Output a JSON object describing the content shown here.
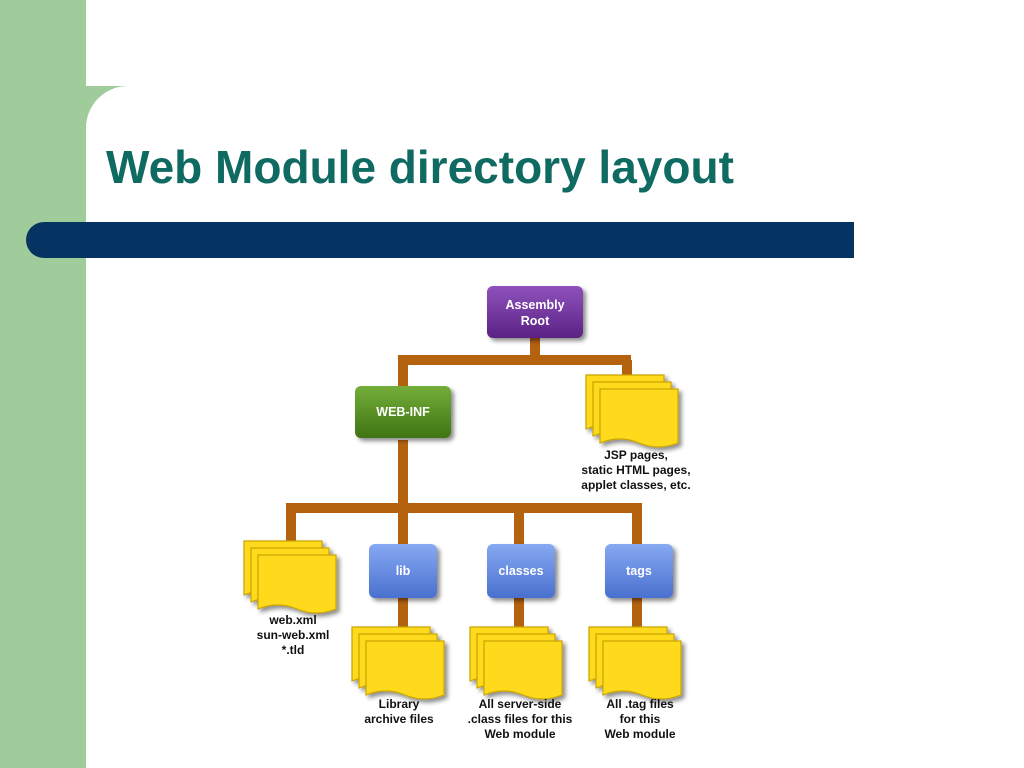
{
  "slide": {
    "title": "Web Module directory layout"
  },
  "diagram": {
    "nodes": {
      "assembly_root": {
        "line1": "Assembly",
        "line2": "Root"
      },
      "web_inf": {
        "label": "WEB-INF"
      },
      "lib": {
        "label": "lib"
      },
      "classes": {
        "label": "classes"
      },
      "tags": {
        "label": "tags"
      }
    },
    "captions": {
      "jsp_pages": [
        "JSP pages,",
        "static HTML pages,",
        "applet classes, etc."
      ],
      "web_xml": [
        "web.xml",
        "sun-web.xml",
        "*.tld"
      ],
      "library": [
        "Library",
        "archive files"
      ],
      "server_side": [
        "All server-side",
        ".class files for this",
        "Web module"
      ],
      "tag_files": [
        "All .tag files",
        "for this",
        "Web module"
      ]
    },
    "colors": {
      "root_box": "#6a2b96",
      "web_inf_box": "#4f8a1f",
      "folder_box": "#5b84e0",
      "connector": "#b5620f",
      "file_fill": "#ffd91a",
      "file_stroke": "#c9a400",
      "title_text": "#0f6a62",
      "title_bar": "#053462",
      "side_band": "#9fcc9a"
    }
  }
}
